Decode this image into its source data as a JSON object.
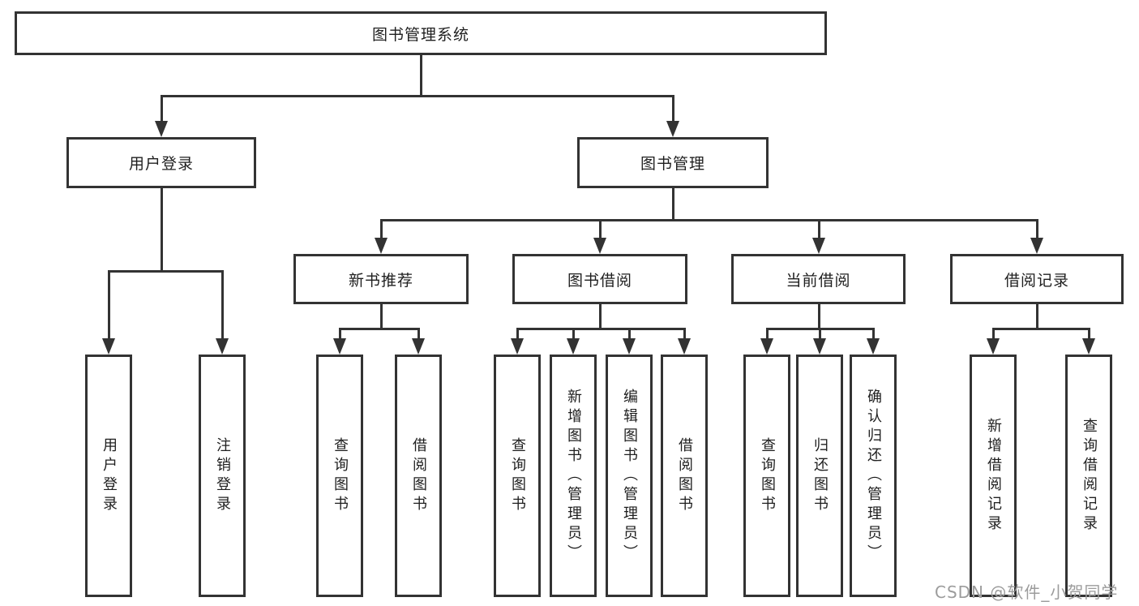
{
  "tree": {
    "root": {
      "label": "图书管理系统",
      "children": [
        {
          "label": "用户登录",
          "children": [
            {
              "label": "用户登录"
            },
            {
              "label": "注销登录"
            }
          ]
        },
        {
          "label": "图书管理",
          "children": [
            {
              "label": "新书推荐",
              "children": [
                {
                  "label": "查询图书"
                },
                {
                  "label": "借阅图书"
                }
              ]
            },
            {
              "label": "图书借阅",
              "children": [
                {
                  "label": "查询图书"
                },
                {
                  "label": "新增图书（管理员）"
                },
                {
                  "label": "编辑图书（管理员）"
                },
                {
                  "label": "借阅图书"
                }
              ]
            },
            {
              "label": "当前借阅",
              "children": [
                {
                  "label": "查询图书"
                },
                {
                  "label": "归还图书"
                },
                {
                  "label": "确认归还（管理员）"
                }
              ]
            },
            {
              "label": "借阅记录",
              "children": [
                {
                  "label": "新增借阅记录"
                },
                {
                  "label": "查询借阅记录"
                }
              ]
            }
          ]
        }
      ]
    }
  },
  "watermark": {
    "text": "CSDN @软件_小贺同学"
  },
  "colors": {
    "line": "#333333",
    "text": "#1f1f1f",
    "watermark": "#9c9c9c",
    "background": "#ffffff"
  }
}
